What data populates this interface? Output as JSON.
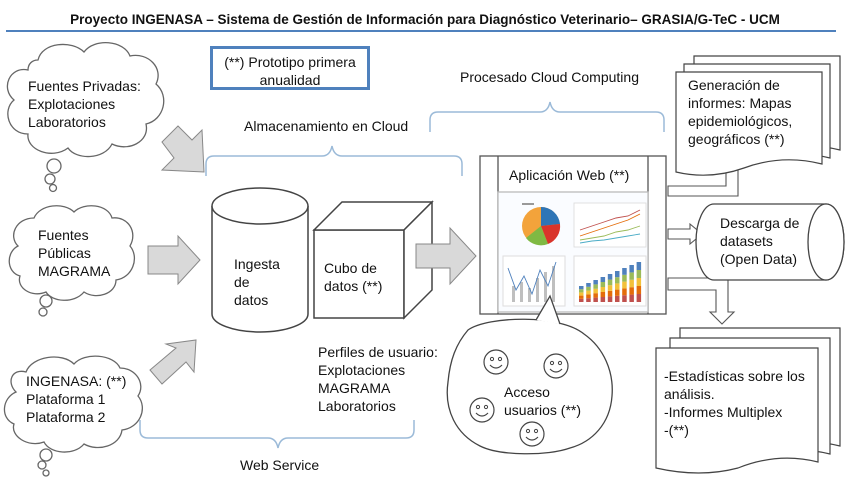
{
  "title": "Proyecto INGENASA – Sistema de Gestión de Información para Diagnóstico Veterinario– GRASIA/G-TeC - UCM",
  "prototype_note": [
    "(**) Prototipo primera",
    "anualidad"
  ],
  "sources": {
    "private": [
      "Fuentes Privadas:",
      "Explotaciones",
      "Laboratorios"
    ],
    "public": [
      "Fuentes",
      "Públicas",
      "MAGRAMA"
    ],
    "ingenasa": [
      "INGENASA: (**)",
      "Plataforma 1",
      "Plataforma 2"
    ]
  },
  "labels": {
    "cloud_storage": "Almacenamiento en Cloud",
    "cloud_processing": "Procesado Cloud Computing",
    "web_service": "Web Service"
  },
  "ingest": [
    "Ingesta",
    "de",
    "datos"
  ],
  "cube": [
    "Cubo de",
    "datos (**)"
  ],
  "web_app": "Aplicación Web (**)",
  "user_profiles": [
    "Perfiles de usuario:",
    "Explotaciones",
    "MAGRAMA",
    "Laboratorios"
  ],
  "user_access": [
    "Acceso",
    "usuarios (**)"
  ],
  "reports": [
    "Generación de",
    "informes: Mapas",
    "epidemiológicos,",
    "geográficos (**)"
  ],
  "download": [
    "Descarga de",
    "datasets",
    "(Open Data)"
  ],
  "stats": [
    "-Estadísticas sobre los",
    "análisis.",
    "-Informes Multiplex",
    "-(**)"
  ],
  "colors": {
    "accent_blue": "#4f81bd",
    "arrow_gray": "#d9d9d9",
    "outline": "#555555"
  }
}
